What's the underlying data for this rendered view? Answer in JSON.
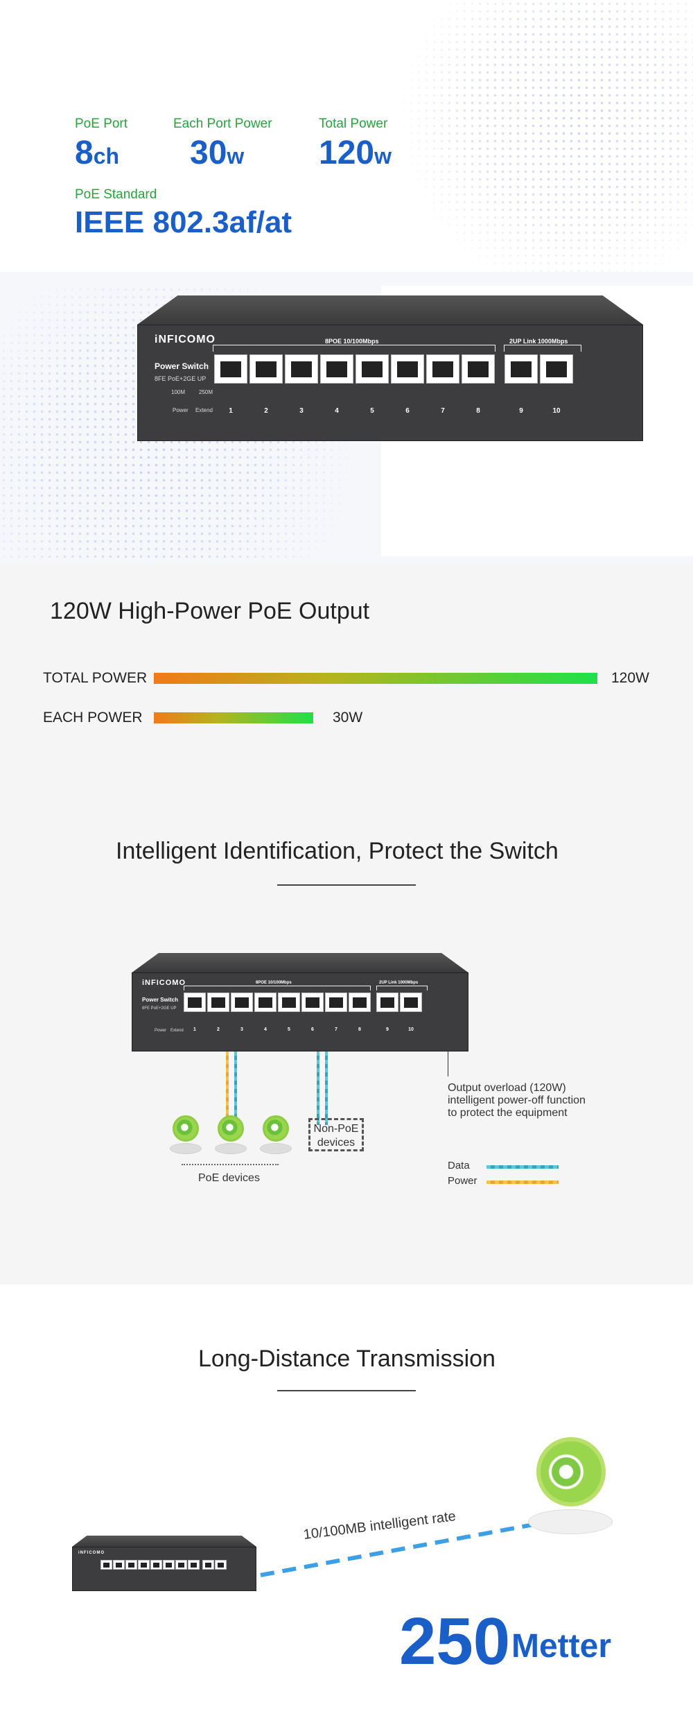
{
  "specs": {
    "poe_port_label": "PoE Port",
    "poe_port_value": "8",
    "poe_port_unit": "ch",
    "each_port_label": "Each Port Power",
    "each_port_value": "30",
    "each_port_unit": "w",
    "total_power_label": "Total Power",
    "total_power_value": "120",
    "total_power_unit": "w",
    "standard_label": "PoE Standard",
    "standard_value": "IEEE 802.3af/at"
  },
  "switch": {
    "brand": "iNFICOMO",
    "model_label": "Power Switch",
    "model_sub": "8FE PoE+2GE UP",
    "poe_group_label": "8POE 10/100Mbps",
    "uplink_group_label": "2UP Link 1000Mbps",
    "mode_a": "100M",
    "mode_b": "250M",
    "power_led": "Power",
    "extend_led": "Extend",
    "ports": [
      "1",
      "2",
      "3",
      "4",
      "5",
      "6",
      "7",
      "8",
      "9",
      "10"
    ]
  },
  "power": {
    "title": "120W High-Power PoE Output",
    "total_label": "TOTAL POWER",
    "total_value": "120W",
    "total_fraction": 1.0,
    "each_label": "EACH POWER",
    "each_value": "30W",
    "each_fraction": 0.36
  },
  "protect": {
    "title": "Intelligent Identification, Protect the Switch",
    "note_line1": "Output overload (120W)",
    "note_line2": "intelligent power-off function",
    "note_line3": "to protect the equipment",
    "nonpoe_line1": "Non-PoE",
    "nonpoe_line2": "devices",
    "poe_devices": "PoE devices",
    "legend_data": "Data",
    "legend_power": "Power",
    "colors": {
      "data": "#4bb6c9",
      "power": "#f0b83a"
    }
  },
  "distance": {
    "title": "Long-Distance Transmission",
    "rate_label": "10/100MB intelligent rate",
    "distance_value": "250",
    "distance_unit": "Metter"
  },
  "colors": {
    "accent_blue": "#1a5fc8",
    "accent_green": "#2aa23e"
  }
}
